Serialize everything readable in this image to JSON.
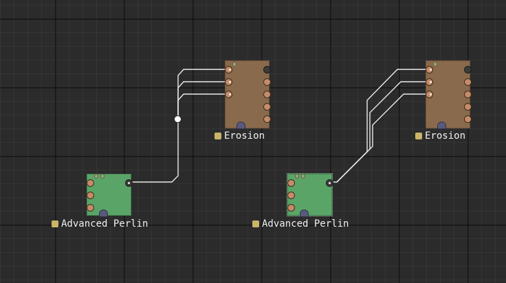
{
  "canvas": {
    "nodes": [
      {
        "id": "erosion-1",
        "label": "Erosion",
        "color": "#8a6a4c"
      },
      {
        "id": "perlin-1",
        "label": "Advanced Perlin",
        "color": "#5aa468"
      },
      {
        "id": "erosion-2",
        "label": "Erosion",
        "color": "#8a6a4c"
      },
      {
        "id": "perlin-2",
        "label": "Advanced Perlin",
        "color": "#5aa468",
        "selected": true
      }
    ],
    "wire_color": "#ececec",
    "label_tag_color": "#c9b46a"
  }
}
